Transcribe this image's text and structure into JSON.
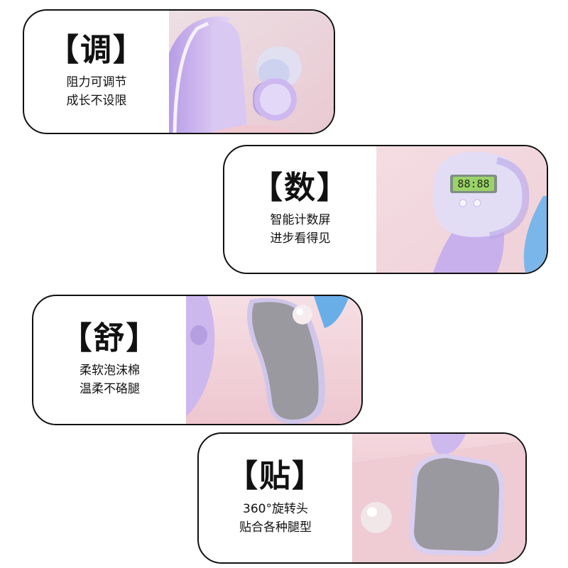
{
  "cards": [
    {
      "title": "【调】",
      "lines": [
        "阻力可调节",
        "成长不设限"
      ]
    },
    {
      "title": "【数】",
      "lines": [
        "智能计数屏",
        "进步看得见"
      ],
      "display": "88:88"
    },
    {
      "title": "【舒】",
      "lines": [
        "柔软泡沫棉",
        "温柔不硌腿"
      ]
    },
    {
      "title": "【贴】",
      "lines": [
        "360°旋转头",
        "贴合各种腿型"
      ]
    }
  ],
  "colors": {
    "border": "#111111",
    "lavender": "#c9b6ec",
    "pink_bg": "#f2d6dc",
    "pad_gray": "#9a999f",
    "lcd_green": "#9bd36a",
    "accent_blue": "#6aaee8"
  },
  "icons": [
    "resistance-knob-icon",
    "lcd-counter-icon",
    "foam-pad-icon",
    "rotating-head-icon"
  ]
}
